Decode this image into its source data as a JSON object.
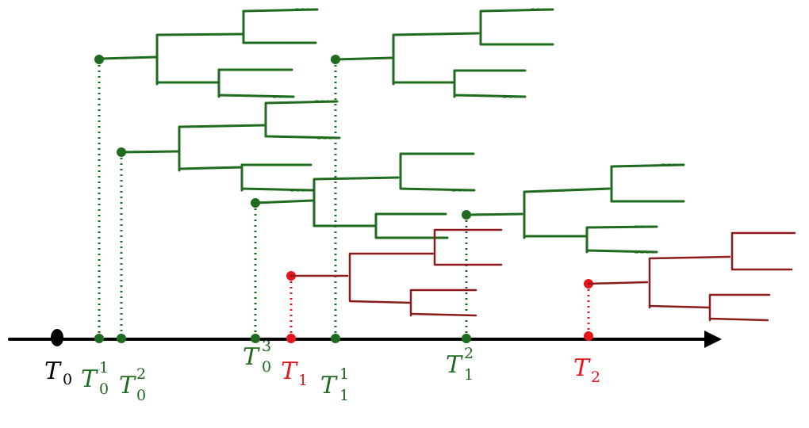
{
  "colors": {
    "axis": "#000000",
    "green": "#1f6b1f",
    "red_point": "#e8141c",
    "red_tree": "#8b1a1a"
  },
  "labels": {
    "t0": {
      "main": "T",
      "sub": "0",
      "sup": ""
    },
    "t0_1": {
      "main": "T",
      "sub": "0",
      "sup": "1"
    },
    "t0_2": {
      "main": "T",
      "sub": "0",
      "sup": "2"
    },
    "t0_3": {
      "main": "T",
      "sub": "0",
      "sup": "3"
    },
    "t1": {
      "main": "T",
      "sub": "1",
      "sup": ""
    },
    "t1_1": {
      "main": "T",
      "sub": "1",
      "sup": "1"
    },
    "t1_2": {
      "main": "T",
      "sub": "1",
      "sup": "2"
    },
    "t2": {
      "main": "T",
      "sub": "2",
      "sup": ""
    }
  }
}
